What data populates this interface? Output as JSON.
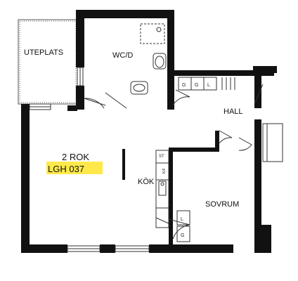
{
  "rooms": {
    "uteplats": "UTEPLATS",
    "wc": "WC/D",
    "hall": "HALL",
    "kok": "KÖK",
    "sovrum": "SOVRUM"
  },
  "apartment": {
    "rooms": "2 ROK",
    "id": "LGH 037"
  },
  "fixtures": {
    "closet_labels": [
      "G",
      "G",
      "L"
    ],
    "kitchen_st": "ST",
    "kitchen_kf": "K/F",
    "bedroom_labels": [
      "G",
      "L"
    ]
  },
  "colors": {
    "wall": "#111111",
    "highlight": "#ffe94a",
    "thin_line": "#333333"
  }
}
